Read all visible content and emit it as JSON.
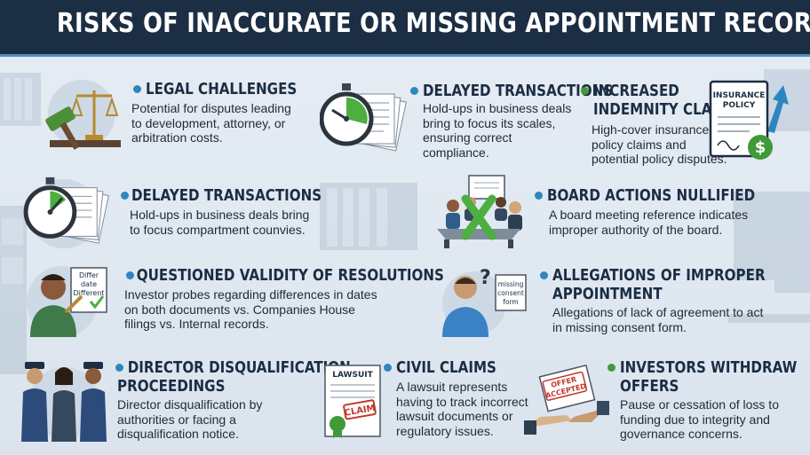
{
  "title": "RISKS OF INACCURATE OR MISSING APPOINTMENT RECORDS",
  "colors": {
    "banner": "#1c2e44",
    "accent_blue": "#2e86c1",
    "accent_green": "#3f9a3a",
    "heading": "#1b2d44"
  },
  "cards": [
    {
      "id": "legal",
      "heading": "LEGAL CHALLENGES",
      "description": "Potential for disputes leading\nto development, attorney, or\narbitration costs.",
      "icon": "gavel-scales-icon",
      "dot": "blue"
    },
    {
      "id": "delayed-top",
      "heading": "DELAYED TRANSACTIONS",
      "description": "Hold-ups in business deals\nbring to focus its scales,\nensuring correct compliance.",
      "icon": "stopwatch-documents-icon",
      "dot": "blue"
    },
    {
      "id": "indemnity",
      "heading_lines": [
        "INCREASED",
        "INDEMNITY CLAIMS"
      ],
      "description": "High-cover insurance\npolicy claims and\npotential policy disputes.",
      "icon": "insurance-policy-icon",
      "icon_text_lines": [
        "INSURANCE",
        "POLICY"
      ],
      "dot": "green"
    },
    {
      "id": "delayed-mid",
      "heading": "DELAYED TRANSACTIONS",
      "description": "Hold-ups in business deals bring\nto focus compartment counvies.",
      "icon": "stopwatch-documents-icon",
      "dot": "blue"
    },
    {
      "id": "board",
      "heading": "BOARD ACTIONS NULLIFIED",
      "description": "A board meeting reference indicates\nimproper authority of the board.",
      "icon": "board-meeting-icon",
      "dot": "blue"
    },
    {
      "id": "validity",
      "heading": "QUESTIONED VALIDITY OF RESOLUTIONS",
      "description": "Investor probes regarding differences in dates\non both documents vs. Companies House\nfilings vs. Internal records.",
      "icon": "person-document-icon",
      "icon_text_lines": [
        "Differ",
        "date",
        "Different"
      ],
      "dot": "blue"
    },
    {
      "id": "allegations",
      "heading_lines": [
        "ALLEGATIONS OF IMPROPER",
        "APPOINTMENT"
      ],
      "description": "Allegations of lack of agreement to act\nin missing consent form.",
      "icon": "confused-person-icon",
      "icon_text_lines": [
        "missing",
        "consent",
        "form"
      ],
      "dot": "blue"
    },
    {
      "id": "disqualification",
      "heading_lines": [
        "DIRECTOR DISQUALIFICATION",
        "PROCEEDINGS"
      ],
      "description": "Director disqualification by\nauthorities or facing a\ndisqualification notice.",
      "icon": "officers-icon",
      "dot": "blue"
    },
    {
      "id": "civil",
      "heading": "CIVIL CLAIMS",
      "description": "A lawsuit represents\nhaving to track incorrect\nlawsuit documents or\nregulatory issues.",
      "icon": "lawsuit-document-icon",
      "icon_text": "LAWSUIT",
      "stamp_text": "CLAIM",
      "dot": "blue"
    },
    {
      "id": "investors",
      "heading_lines": [
        "INVESTORS WITHDRAW",
        "OFFERS"
      ],
      "description": "Pause or cessation of loss to\nfunding due to integrity and\ngovernance concerns.",
      "icon": "handshake-offer-icon",
      "icon_text_lines": [
        "OFFER",
        "ACCEPTED"
      ],
      "dot": "green"
    }
  ]
}
